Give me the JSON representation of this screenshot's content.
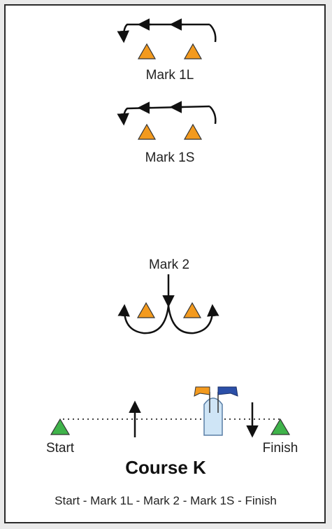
{
  "diagram": {
    "title": "Course K",
    "description": "Start - Mark 1L - Mark 2 - Mark 1S - Finish",
    "labels": {
      "mark_1l": "Mark 1L",
      "mark_1s": "Mark 1S",
      "mark_2": "Mark 2",
      "start": "Start",
      "finish": "Finish"
    },
    "colors": {
      "mark_fill": "#f39a1e",
      "start_finish_fill": "#3fb34a",
      "committee_boat_fill": "#cfe5f6",
      "committee_boat_stroke": "#5a7fa6",
      "flag_orange": "#f39a1e",
      "flag_blue": "#2b4fa8",
      "line_color": "#111111"
    },
    "icons": [
      "mark-buoy-icon",
      "start-buoy-icon",
      "finish-buoy-icon",
      "committee-boat-icon",
      "orange-flag-icon",
      "blue-flag-icon"
    ]
  }
}
